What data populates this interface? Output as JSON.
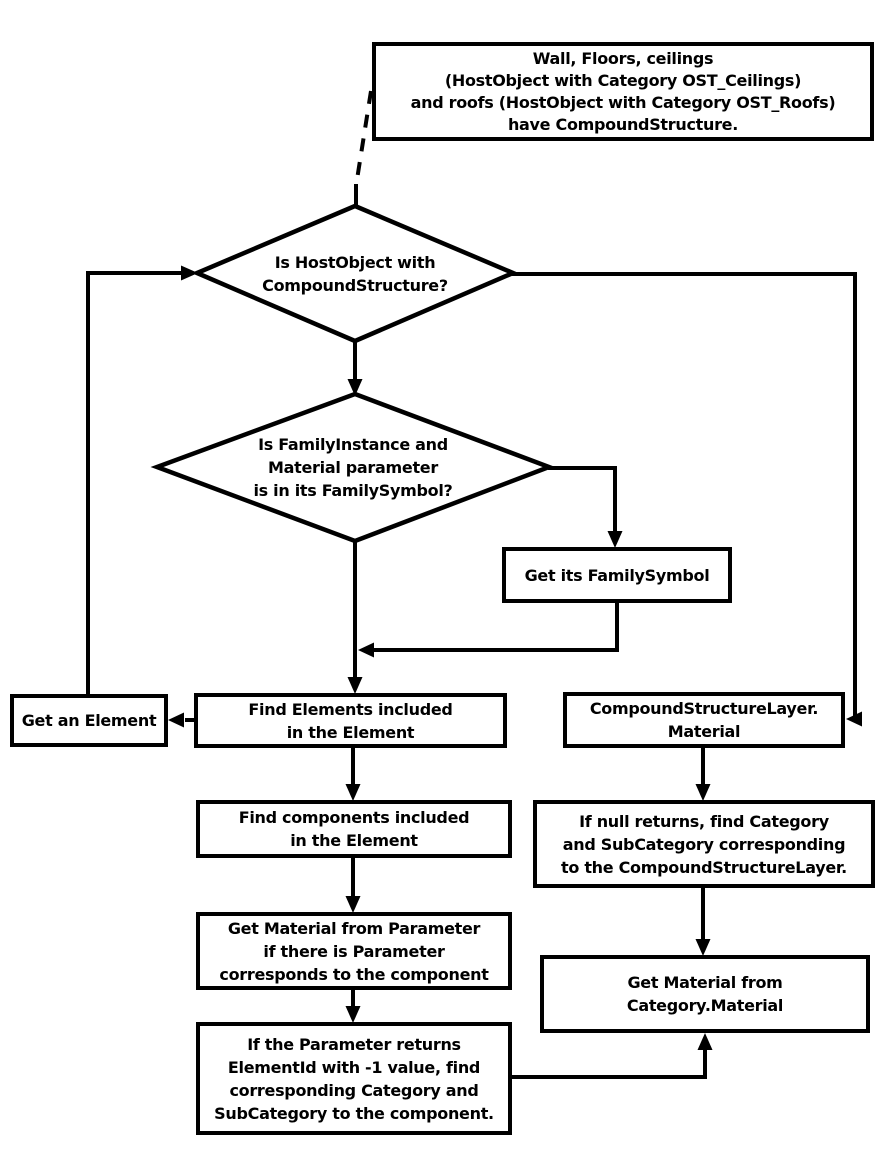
{
  "title": "HostObject / FamilyInstance material retrieval flowchart",
  "colors": {
    "line": "#000000",
    "background": "#ffffff",
    "text": "#000000"
  },
  "nodes": {
    "note": {
      "text": "Wall, Floors, ceilings\n(HostObject with Category OST_Ceilings)\nand roofs (HostObject with Category OST_Roofs)\nhave CompoundStructure."
    },
    "decision_hostobject": {
      "text": "Is HostObject with\nCompoundStructure?"
    },
    "decision_familyinstance": {
      "text": "Is FamilyInstance and\nMaterial parameter\nis in its FamilySymbol?"
    },
    "get_family_symbol": {
      "text": "Get its FamilySymbol"
    },
    "get_an_element": {
      "text": "Get an Element"
    },
    "find_elements": {
      "text": "Find Elements included\nin the Element"
    },
    "compound_structure_layer_material": {
      "text": "CompoundStructureLayer.\nMaterial"
    },
    "find_components": {
      "text": "Find components included\nin the Element"
    },
    "if_null_returns": {
      "text": "If null returns, find Category\nand SubCategory corresponding\nto the CompoundStructureLayer."
    },
    "get_material_from_parameter": {
      "text": "Get Material from Parameter\nif there is Parameter\ncorresponds to the component"
    },
    "get_material_from_category": {
      "text": "Get Material from\nCategory.Material"
    },
    "if_parameter_minus_one": {
      "text": "If the Parameter returns\nElementId with -1 value, find\ncorresponding Category and\nSubCategory to the component."
    }
  }
}
